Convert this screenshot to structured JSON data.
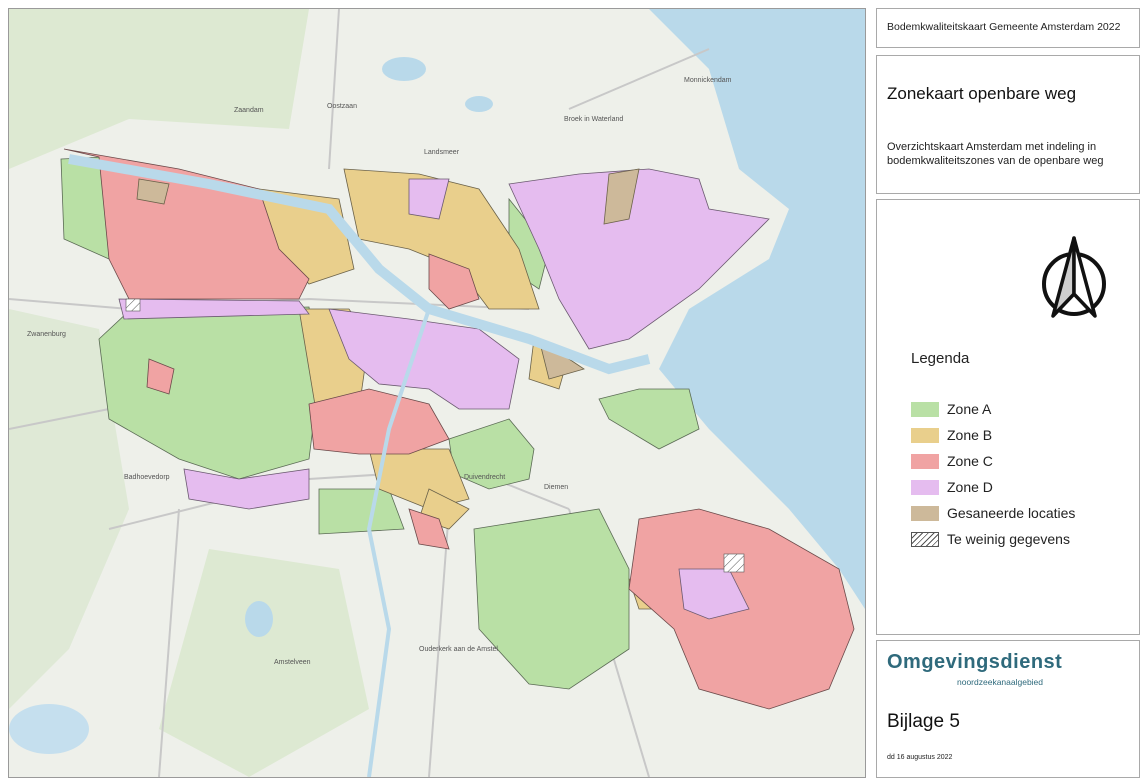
{
  "header": {
    "title": "Bodemkwaliteitskaart Gemeente Amsterdam 2022"
  },
  "title_panel": {
    "title": "Zonekaart openbare weg",
    "subtitle_line1": "Overzichtskaart Amsterdam met indeling in",
    "subtitle_line2": "bodemkwaliteitszones van de openbare weg"
  },
  "legend": {
    "title": "Legenda",
    "items": [
      {
        "label": "Zone A",
        "color": "#b9e0a5"
      },
      {
        "label": "Zone B",
        "color": "#e9cf8c"
      },
      {
        "label": "Zone C",
        "color": "#f0a3a3"
      },
      {
        "label": "Zone D",
        "color": "#e5bcef"
      },
      {
        "label": "Gesaneerde locaties",
        "color": "#cdb99a"
      },
      {
        "label": "Te weinig gegevens",
        "color": "hatched"
      }
    ]
  },
  "footer": {
    "org_name": "Omgevingsdienst",
    "org_sub": "noordzeekanaalgebied",
    "bijlage": "Bijlage 5",
    "date": "dd 16 augustus 2022"
  },
  "map": {
    "water_color": "#b9d9ea",
    "land_color": "#eef0ea",
    "green_color": "#d9e8cf",
    "place_labels": [
      "Zaandam",
      "Oostzaan",
      "Landsmeer",
      "Broek in Waterland",
      "Monnickendam",
      "Diemen",
      "Duivendrecht",
      "Amstelveen",
      "Badhoevedorp",
      "Ouderkerk aan de Amstel",
      "Zwanenburg"
    ]
  }
}
